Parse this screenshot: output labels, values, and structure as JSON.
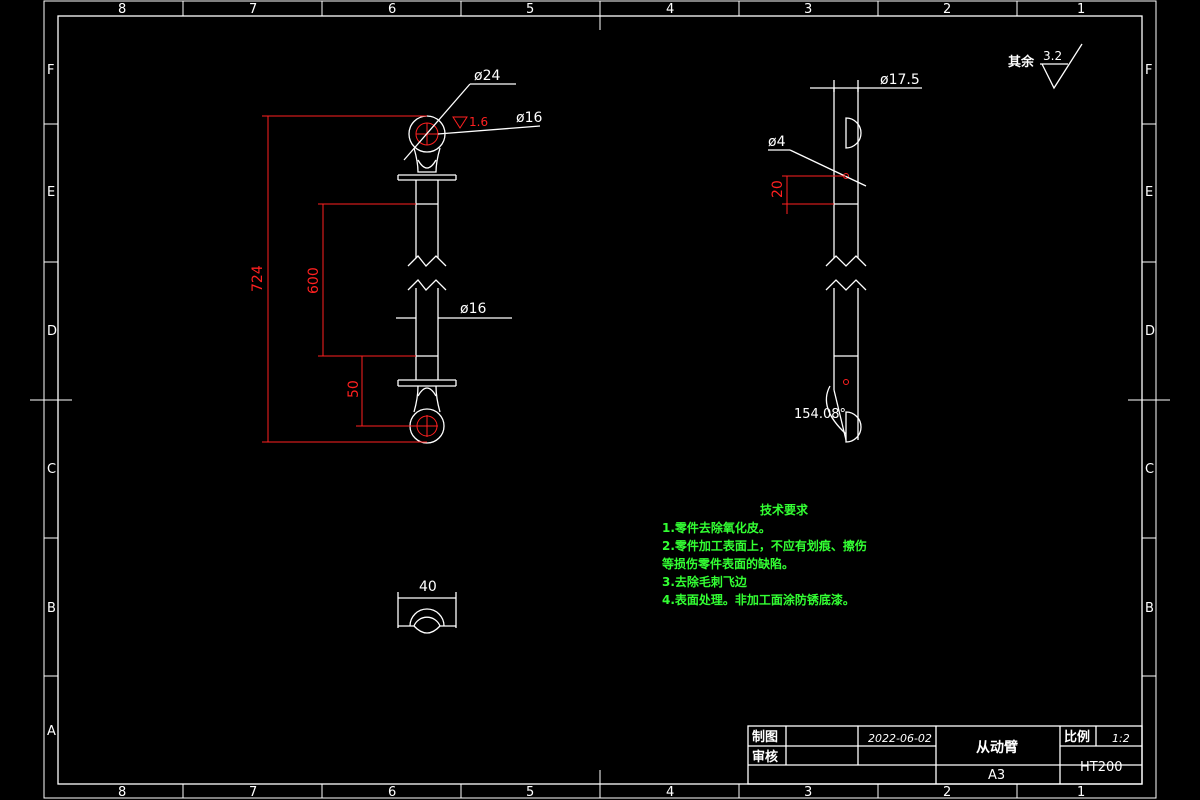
{
  "border": {
    "top_zones": [
      "8",
      "7",
      "6",
      "5",
      "4",
      "3",
      "2",
      "1"
    ],
    "side_zones": [
      "F",
      "E",
      "D",
      "C",
      "B",
      "A"
    ]
  },
  "roughness_note": {
    "label": "其余",
    "value": "3.2"
  },
  "dimensions": {
    "d24": "ø24",
    "rough16": "1.6",
    "d16_top": "ø16",
    "len724": "724",
    "len600": "600",
    "len50": "50",
    "d16_mid": "ø16",
    "w40": "40",
    "d17_5": "ø17.5",
    "d4": "ø4",
    "len20": "20",
    "angle": "154.08°"
  },
  "tech_requirements": {
    "title": "技术要求",
    "items": [
      "1.零件去除氧化皮。",
      "2.零件加工表面上，不应有划痕、擦伤",
      "等损伤零件表面的缺陷。",
      "3.去除毛刺飞边",
      "4.表面处理。非加工面涂防锈底漆。"
    ]
  },
  "title_block": {
    "drawn_label": "制图",
    "check_label": "审核",
    "date": "2022-06-02",
    "part_name": "从动臂",
    "scale_label": "比例",
    "scale_value": "1:2",
    "sheet_size": "A3",
    "material": "HT200"
  },
  "colors": {
    "outline": "#ffffff",
    "dimension": "#ff2020",
    "notes": "#33ff33"
  }
}
